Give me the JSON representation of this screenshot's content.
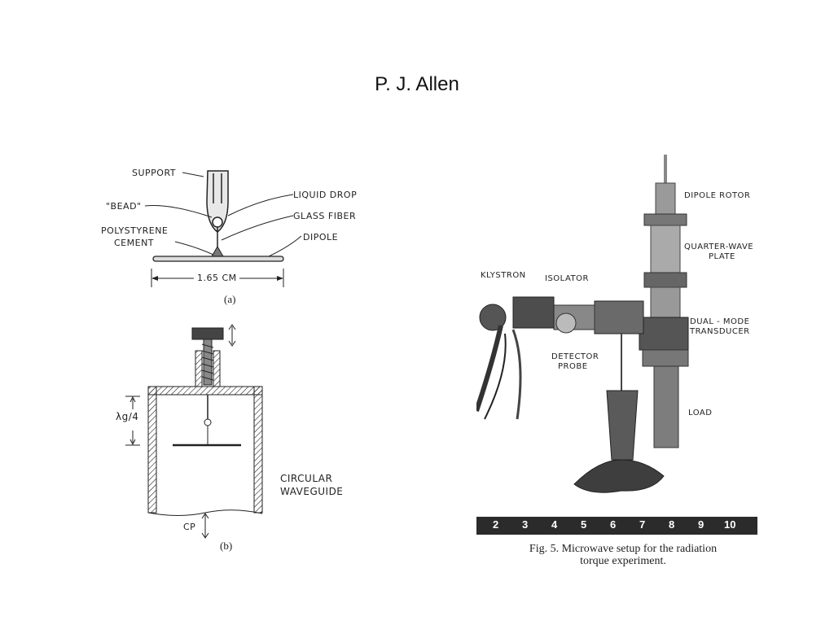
{
  "slide": {
    "title": "P. J. Allen"
  },
  "figure_a": {
    "labels": {
      "support": "SUPPORT",
      "bead": "\"BEAD\"",
      "liquid_drop": "LIQUID DROP",
      "glass_fiber": "GLASS FIBER",
      "polystyrene": "POLYSTYRENE",
      "cement": "CEMENT",
      "dipole": "DIPOLE",
      "dimension": "1.65 CM"
    },
    "caption": "(a)"
  },
  "figure_b": {
    "labels": {
      "lambda": "λg/4",
      "circular": "CIRCULAR",
      "waveguide": "WAVEGUIDE",
      "cp": "CP"
    },
    "caption": "(b)"
  },
  "figure_5": {
    "labels": {
      "dipole_rotor": "DIPOLE ROTOR",
      "quarter_wave_1": "QUARTER-WAVE",
      "quarter_wave_2": "PLATE",
      "klystron": "KLYSTRON",
      "isolator": "ISOLATOR",
      "dual_mode_1": "DUAL - MODE",
      "dual_mode_2": "TRANSDUCER",
      "detector_1": "DETECTOR",
      "detector_2": "PROBE",
      "load": "LOAD"
    },
    "ruler": [
      "2",
      "3",
      "4",
      "5",
      "6",
      "7",
      "8",
      "9",
      "10"
    ],
    "caption_line1": "Fig. 5. Microwave setup for the radiation",
    "caption_line2": "torque experiment."
  }
}
